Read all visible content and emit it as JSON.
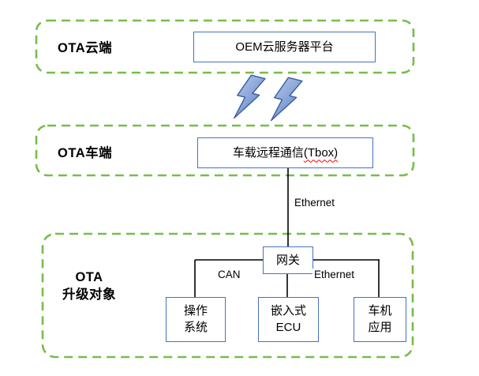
{
  "sections": {
    "cloud": {
      "label": "OTA云端",
      "server_box": "OEM云服务器平台"
    },
    "vehicle": {
      "label": "OTA车端",
      "tbox_text": "车载远程通信",
      "tbox_suffix": "(Tbox)"
    },
    "targets": {
      "label_line1": "OTA",
      "label_line2": "升级对象",
      "gateway": "网关",
      "nodes": [
        {
          "line1": "操作",
          "line2": "系统"
        },
        {
          "line1": "嵌入式",
          "line2": "ECU"
        },
        {
          "line1": "车机",
          "line2": "应用"
        }
      ]
    }
  },
  "links": {
    "tbox_to_gateway": "Ethernet",
    "gateway_to_os": "CAN",
    "gateway_to_app": "Ethernet"
  },
  "colors": {
    "section_border": "#77BD4A",
    "node_border": "#4472C4",
    "connector": "#000000",
    "bolt_gradient_start": "#B3C6E9",
    "bolt_gradient_end": "#5E82C6",
    "bolt_outline": "#3A5FA0",
    "spellcheck_underline": "#FF0000"
  }
}
